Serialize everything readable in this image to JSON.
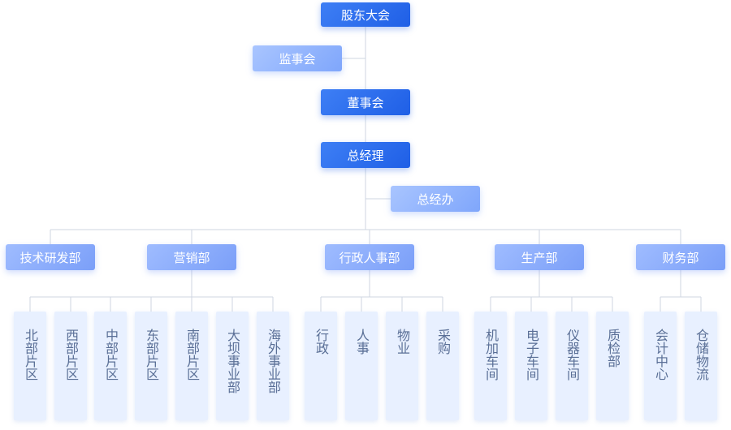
{
  "top": {
    "shareholders": "股东大会",
    "supervisors": "监事会",
    "board": "董事会",
    "gm": "总经理",
    "gm_office": "总经办"
  },
  "departments": [
    {
      "name": "技术研发部",
      "units": [
        "北部片区",
        "西部片区",
        "中部片区",
        "东部片区",
        "南部片区",
        "大坝事业部",
        "海外事业部"
      ]
    },
    {
      "name": "营销部",
      "units": []
    },
    {
      "name": "行政人事部",
      "units": [
        "行政",
        "人事",
        "物业",
        "采购"
      ]
    },
    {
      "name": "生产部",
      "units": [
        "机加车间",
        "电子车间",
        "仪器车间",
        "质检部"
      ]
    },
    {
      "name": "财务部",
      "units": [
        "会计中心",
        "仓储物流"
      ]
    }
  ],
  "colors": {
    "primary": "#2563eb",
    "secondary": "#8eb0fd",
    "unit_bg": "#e8f0ff",
    "unit_text": "#5a6f96",
    "line": "#cfd6e2"
  }
}
